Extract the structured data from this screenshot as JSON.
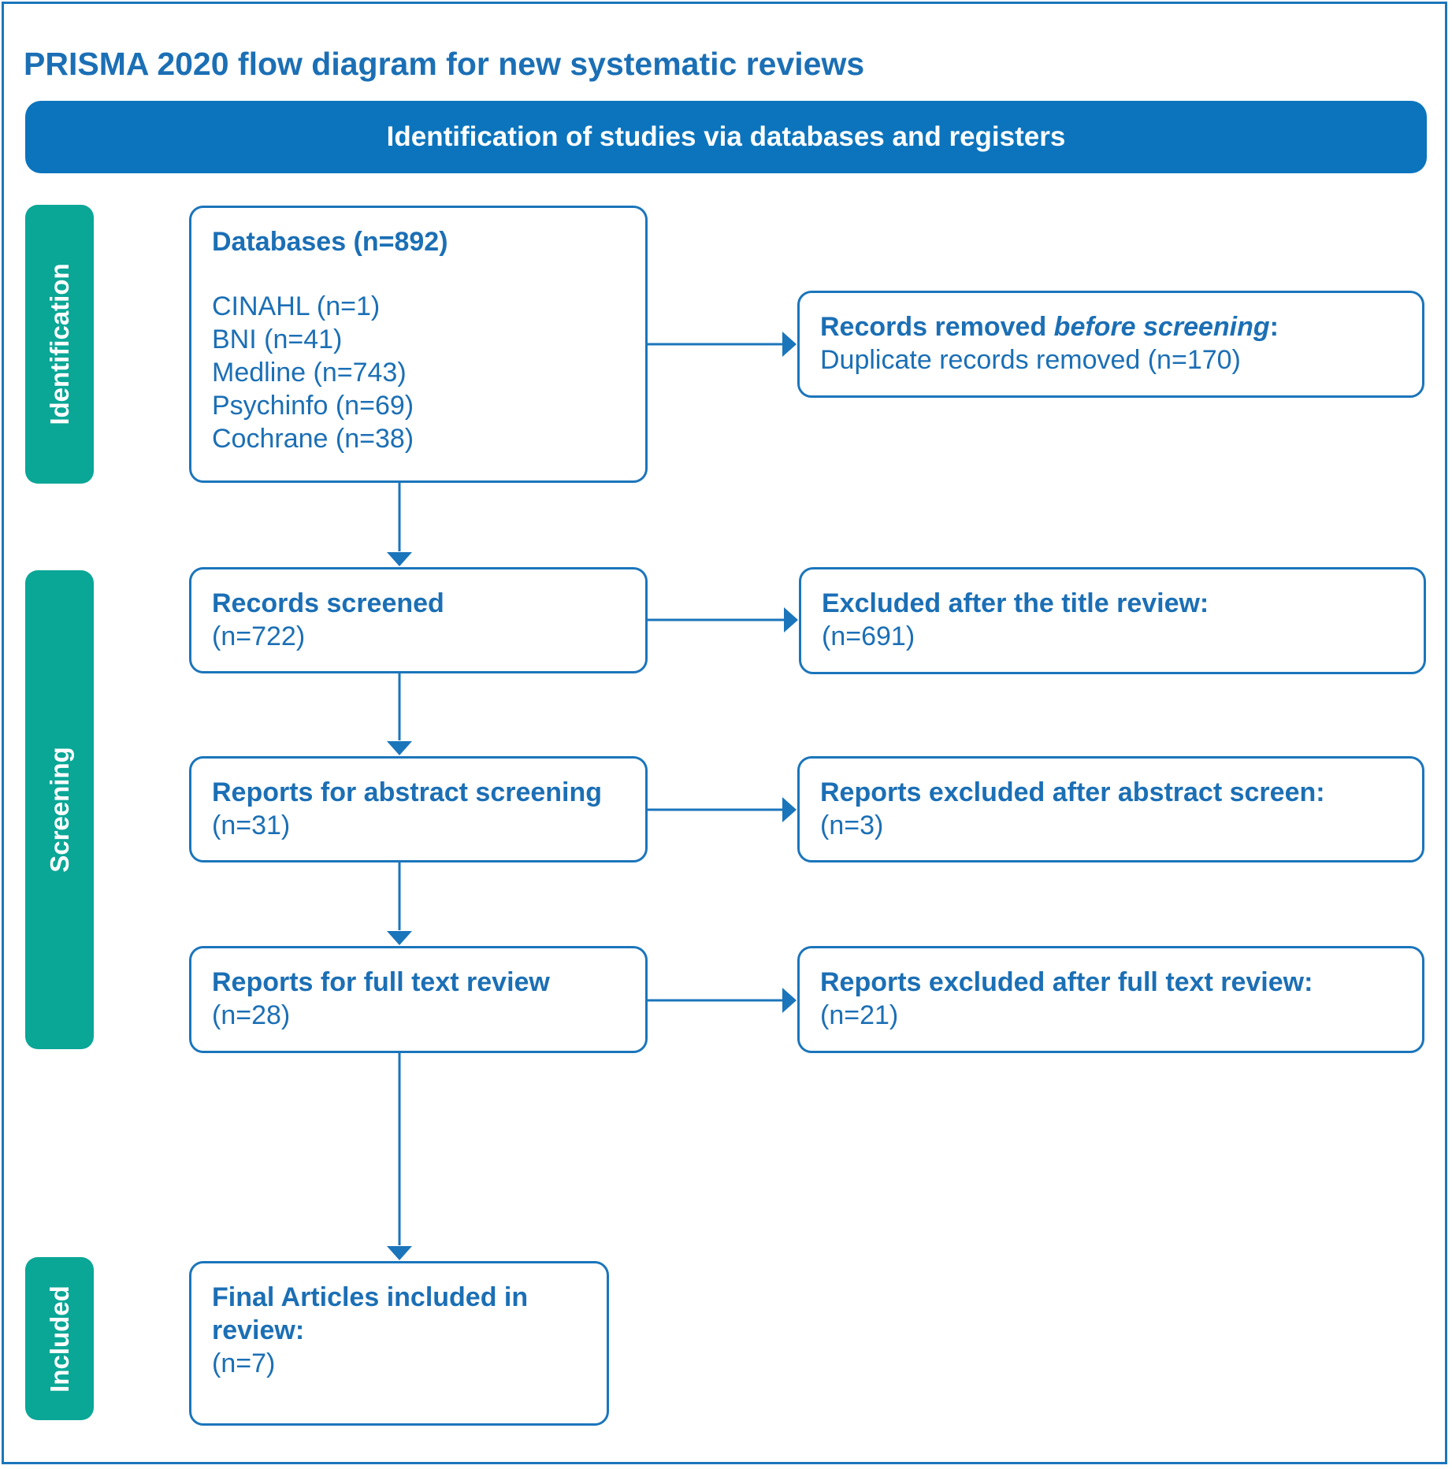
{
  "title": "PRISMA 2020 flow diagram for new systematic reviews",
  "banner": "Identification of studies via databases and registers",
  "stages": {
    "identification": "Identification",
    "screening": "Screening",
    "included": "Included"
  },
  "databases": {
    "heading": "Databases (n=892)",
    "items": [
      "CINAHL (n=1)",
      "BNI (n=41)",
      "Medline (n=743)",
      "Psychinfo (n=69)",
      "Cochrane (n=38)"
    ]
  },
  "removed": {
    "heading_start": "Records removed ",
    "heading_italic": "before screening",
    "heading_end": ":",
    "detail": "Duplicate records removed (n=170)"
  },
  "screened": {
    "heading": "Records screened",
    "count": "(n=722)"
  },
  "excluded_title": {
    "heading": "Excluded after the title review:",
    "count": "(n=691)"
  },
  "abstract": {
    "heading": "Reports for abstract screening",
    "count": "(n=31)"
  },
  "excluded_abstract": {
    "heading": "Reports excluded after abstract screen:",
    "count": "(n=3)"
  },
  "fulltext": {
    "heading": "Reports for full text review",
    "count": "(n=28)"
  },
  "excluded_fulltext": {
    "heading": "Reports excluded after full text review:",
    "count": "(n=21)"
  },
  "included": {
    "heading": "Final Articles included in review:",
    "count": "(n=7)"
  },
  "colors": {
    "blue": "#1b75bb",
    "banner": "#0b74bd",
    "teal": "#0aa696"
  }
}
